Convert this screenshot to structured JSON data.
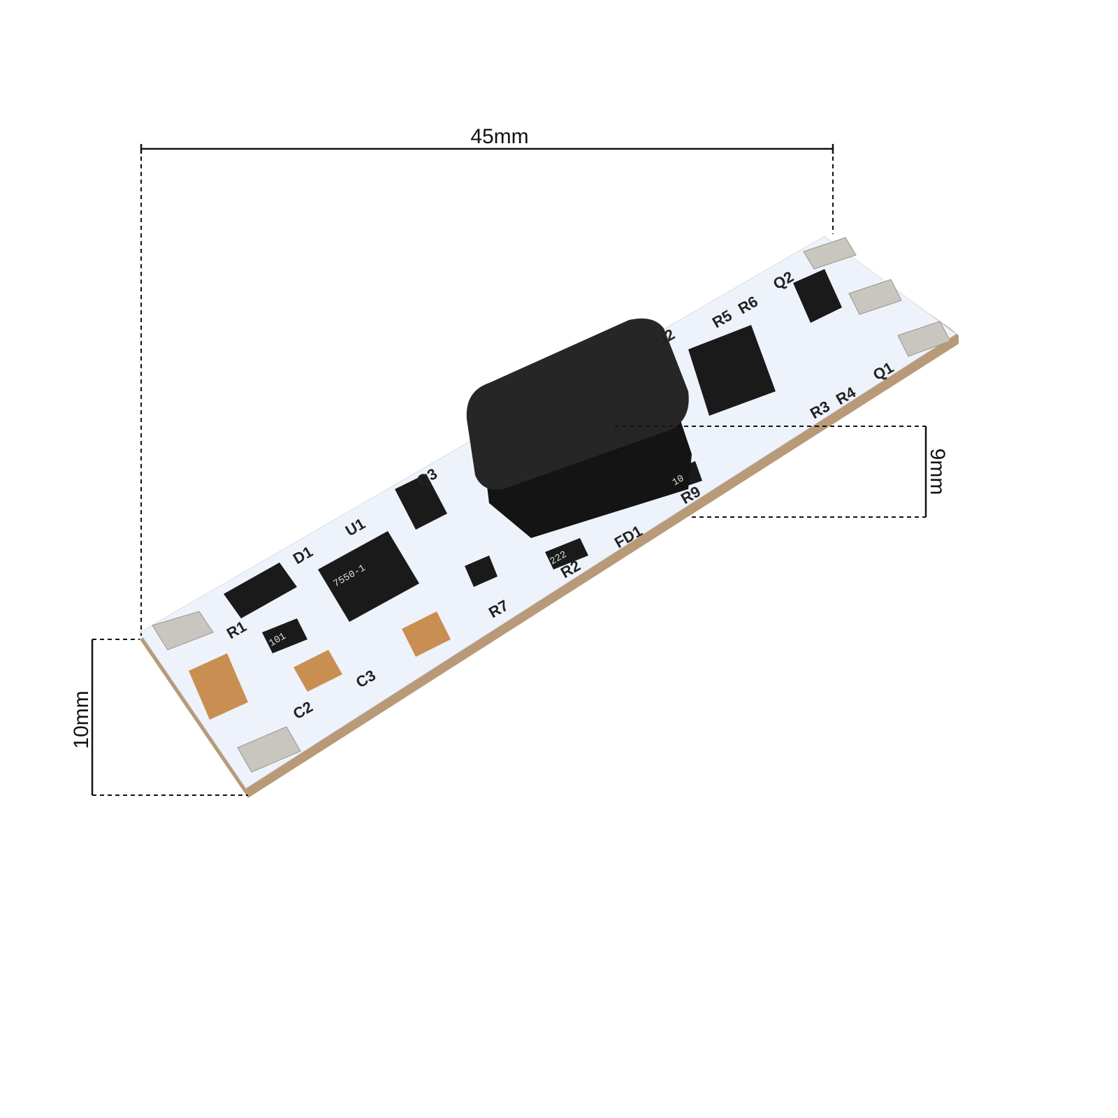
{
  "dimensions": {
    "length": "45mm",
    "height": "9mm",
    "width": "10mm"
  },
  "pcb": {
    "silkscreen": [
      "D1",
      "R1",
      "U1",
      "Q3",
      "C2",
      "C3",
      "R7",
      "R2",
      "FD1",
      "R9",
      "U2",
      "R5",
      "R6",
      "Q2",
      "Q1",
      "R3",
      "R4"
    ],
    "markings": {
      "r1": "101",
      "u1": "7550-1",
      "r2": "222",
      "r9": "10"
    },
    "colors": {
      "board": "#eef3fb",
      "edge": "#b89a78",
      "component": "#1a1a1a",
      "pad": "#c9c5bf",
      "capacitor": "#c98f52"
    }
  }
}
